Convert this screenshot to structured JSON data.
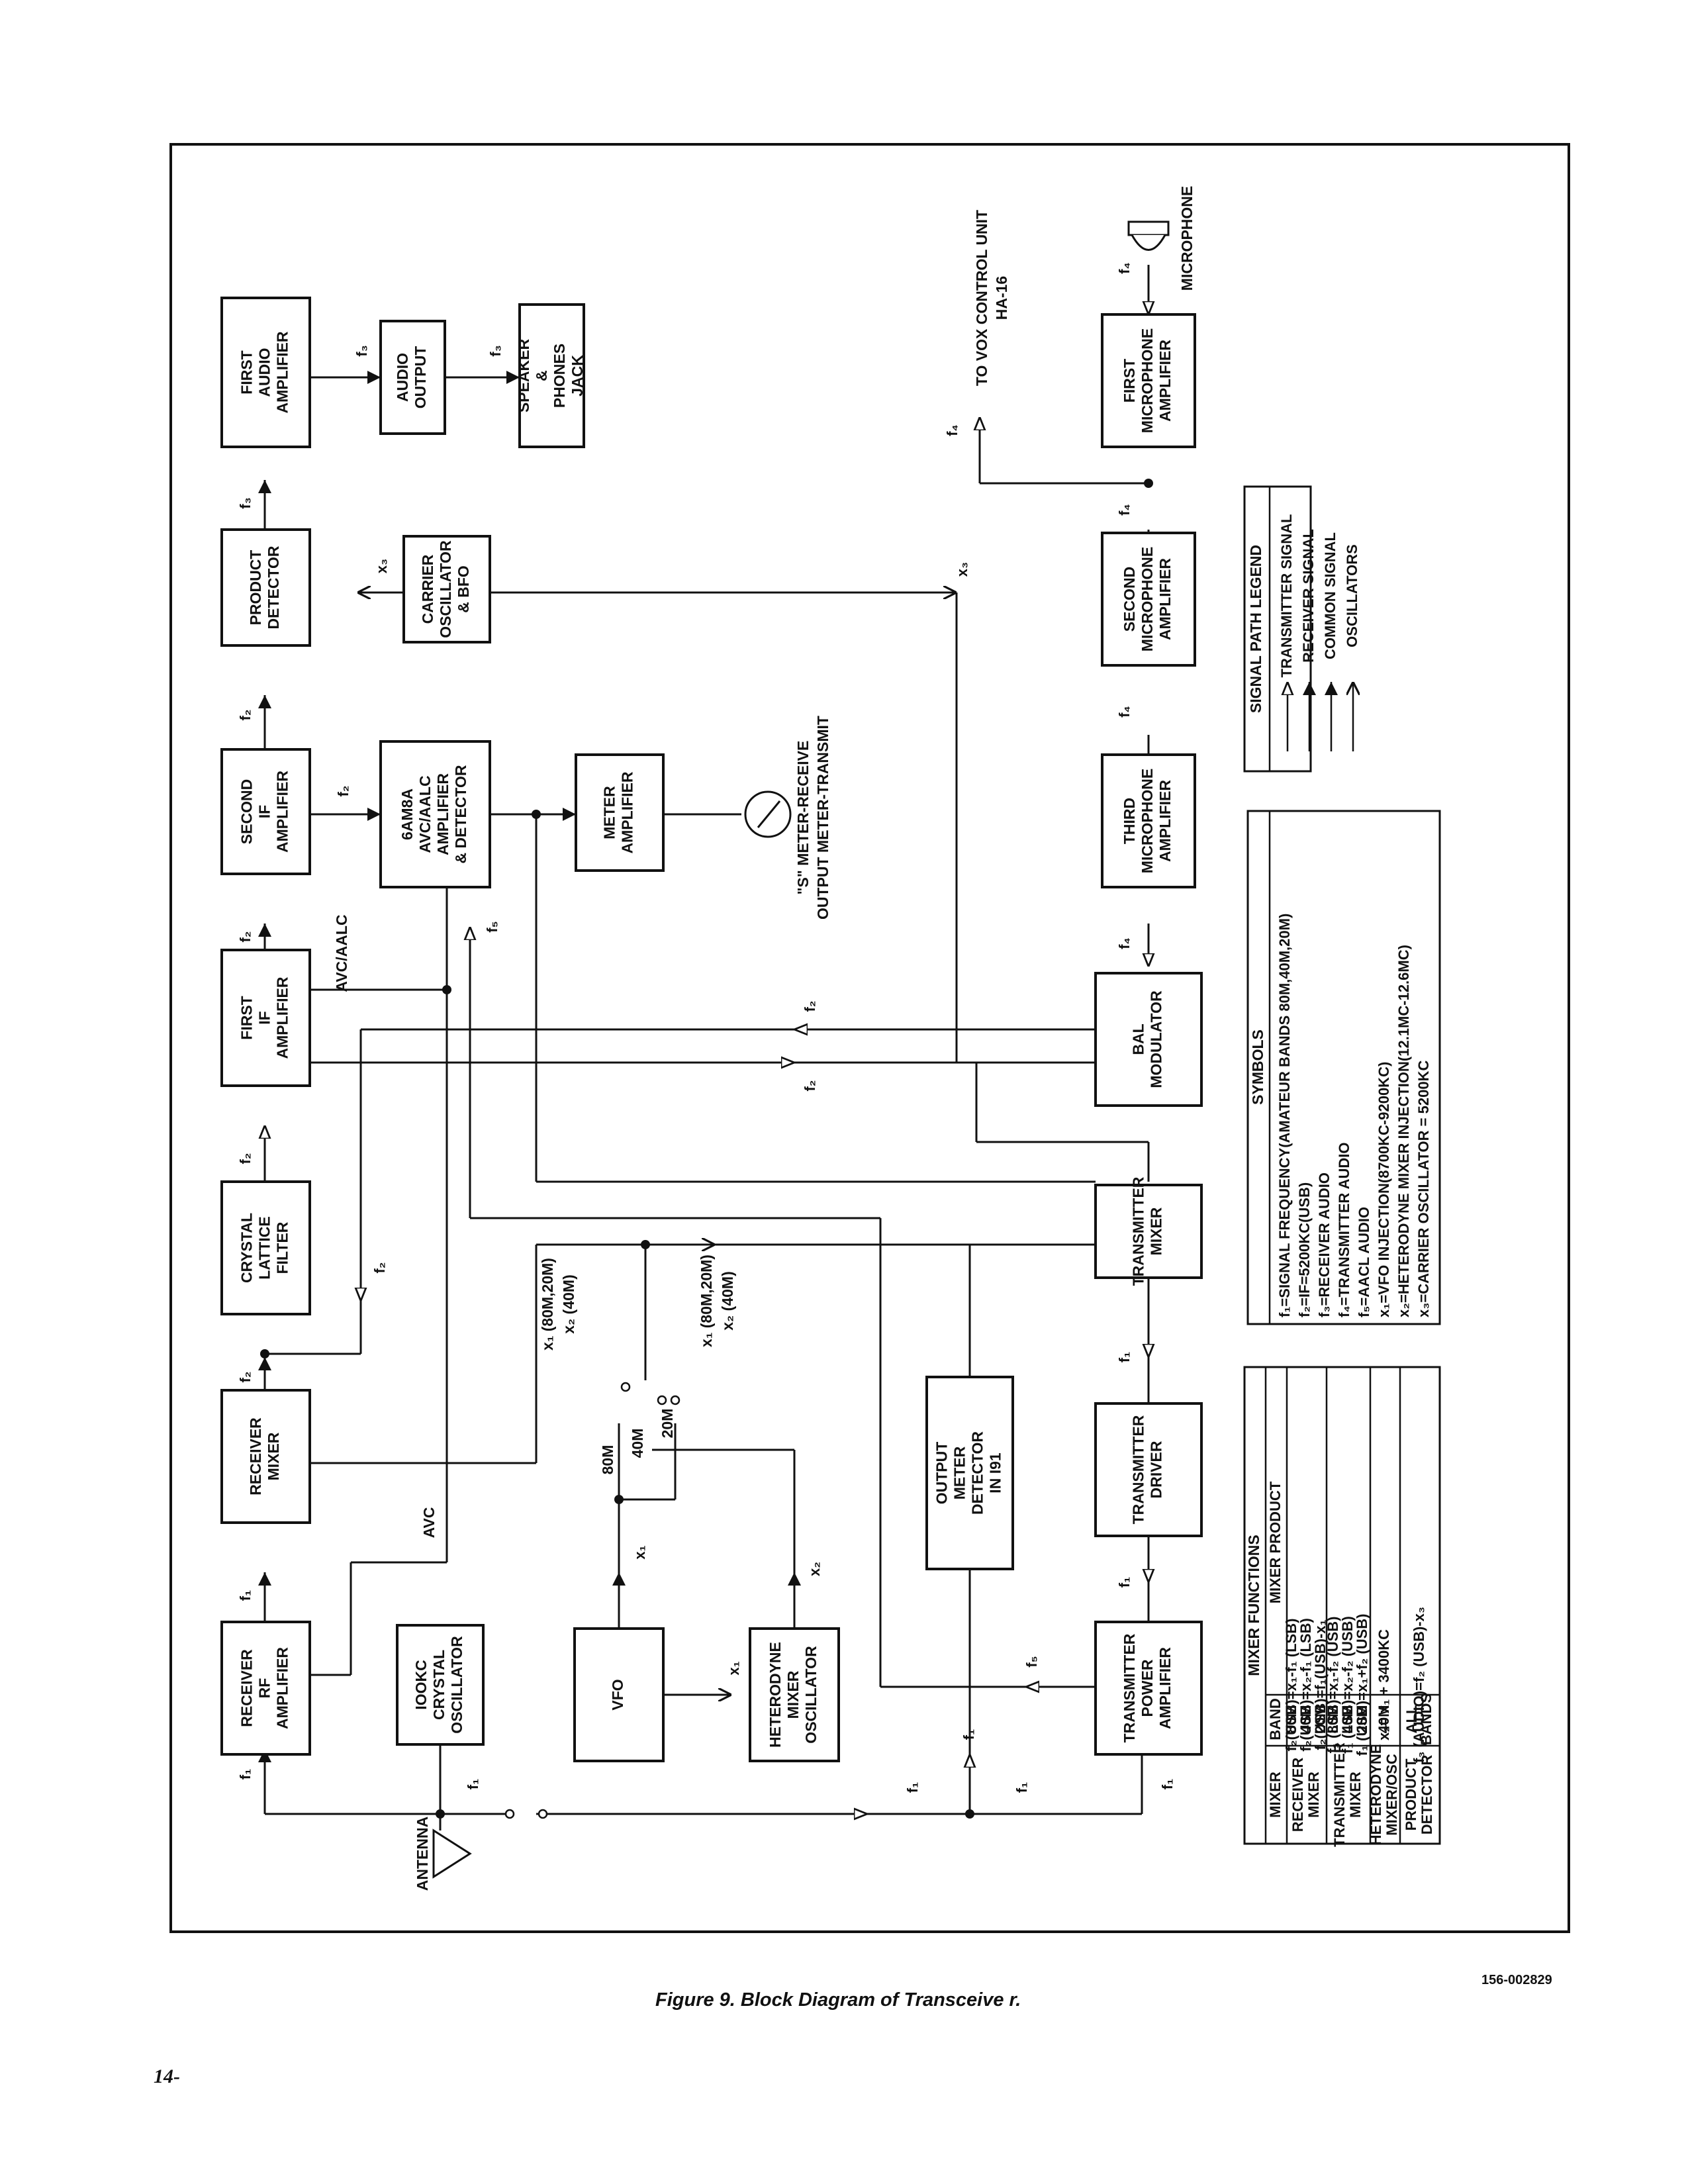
{
  "caption": "Figure 9. Block Diagram of Transceive r.",
  "doc_number": "156-002829",
  "page_number": "14-",
  "blocks": {
    "first_audio_amp": [
      "FIRST",
      "AUDIO",
      "AMPLIFIER"
    ],
    "audio_output": [
      "AUDIO",
      "OUTPUT"
    ],
    "speaker_jack": [
      "SPEAKER",
      "&",
      "PHONES",
      "JACK"
    ],
    "product_detector": [
      "PRODUCT",
      "DETECTOR"
    ],
    "carrier_osc": [
      "CARRIER",
      "OSCILLATOR",
      "& BFO"
    ],
    "second_if_amp": [
      "SECOND",
      "IF",
      "AMPLIFIER"
    ],
    "avc_amp": [
      "6AM8A",
      "AVC/AALC",
      "AMPLIFIER",
      "& DETECTOR"
    ],
    "meter_amp": [
      "METER",
      "AMPLIFIER"
    ],
    "first_if_amp": [
      "FIRST",
      "IF",
      "AMPLIFIER"
    ],
    "crystal_filter": [
      "CRYSTAL",
      "LATTICE",
      "FILTER"
    ],
    "receiver_mixer": [
      "RECEIVER",
      "MIXER"
    ],
    "receiver_rf_amp": [
      "RECEIVER",
      "RF",
      "AMPLIFIER"
    ],
    "crystal_osc": [
      "IOOKC",
      "CRYSTAL",
      "OSCILLATOR"
    ],
    "vfo": [
      "VFO"
    ],
    "het_osc": [
      "HETERODYNE",
      "MIXER",
      "OSCILLATOR"
    ],
    "output_meter_detector": [
      "OUTPUT",
      "METER",
      "DETECTOR",
      "IN I91"
    ],
    "bal_modulator": [
      "BAL",
      "MODULATOR"
    ],
    "transmitter_mixer": [
      "TRANSMITTER",
      "MIXER"
    ],
    "transmitter_driver": [
      "TRANSMITTER",
      "DRIVER"
    ],
    "transmitter_pa": [
      "TRANSMITTER",
      "POWER",
      "AMPLIFIER"
    ],
    "third_mic_amp": [
      "THIRD",
      "MICROPHONE",
      "AMPLIFIER"
    ],
    "second_mic_amp": [
      "SECOND",
      "MICROPHONE",
      "AMPLIFIER"
    ],
    "first_mic_amp": [
      "FIRST",
      "MICROPHONE",
      "AMPLIFIER"
    ]
  },
  "labels": {
    "vox": [
      "TO VOX CONTROL UNIT",
      "HA-16"
    ],
    "microphone": "MICROPHONE",
    "antenna": "ANTENNA",
    "avc_aalc": "AVC/AALC",
    "avc": "AVC",
    "meter": [
      "\"S\" METER-RECEIVE",
      "OUTPUT METER-TRANSMIT"
    ],
    "x1_80_20": [
      "x₁ (80M,20M)",
      "x₂ (40M)"
    ],
    "band_80m": "80M",
    "band_40m": "40M",
    "band_20m": "20M"
  },
  "signal_labels": {
    "f1": "f₁",
    "f2": "f₂",
    "f3": "f₃",
    "f4": "f₄",
    "f5": "f₅",
    "x1": "x₁",
    "x2": "x₂",
    "x3": "x₃"
  },
  "signal_legend": {
    "title": "SIGNAL PATH LEGEND",
    "items": [
      "TRANSMITTER SIGNAL",
      "RECEIVER SIGNAL",
      "COMMON SIGNAL",
      "OSCILLATORS"
    ]
  },
  "symbols": {
    "title": "SYMBOLS",
    "lines": [
      "f₁=SIGNAL FREQUENCY(AMATEUR BANDS 80M,40M,20M)",
      "f₂=IF=5200KC(USB)",
      "f₃=RECEIVER AUDIO",
      "f₄=TRANSMITTER AUDIO",
      "f₅=AACL AUDIO",
      "x₁=VFO INJECTION(8700KC-9200KC)",
      "x₂=HETERODYNE MIXER INJECTION(12.1MC-12.6MC)",
      "x₃=CARRIER OSCILLATOR = 5200KC"
    ]
  },
  "mixer_table": {
    "title": "MIXER FUNCTIONS",
    "headers": [
      "MIXER",
      "BAND",
      "MIXER PRODUCT"
    ],
    "rows": [
      {
        "mixer": [
          "RECEIVER",
          "MIXER"
        ],
        "band": [
          "80M",
          "40M",
          "20M"
        ],
        "product": [
          "f₂(USB)=x₁-f₁ (LSB)",
          "f₂(USB)=x₂-f₁ (LSB)",
          "f₂(USB)=f₁(USB)-x₁"
        ]
      },
      {
        "mixer": [
          "TRANSMITTER",
          "MIXER"
        ],
        "band": [
          "80M",
          "40M",
          "20M"
        ],
        "product": [
          "f₁ (LSB)=x₁-f₂ (USB)",
          "f₁ (LSB)=x₂-f₂ (USB)",
          "f₁ (USB)=x₁+f₂ (USB)"
        ]
      },
      {
        "mixer": [
          "HETERODYNE",
          "MIXER/OSC"
        ],
        "band": [
          "40M"
        ],
        "product": [
          "x₂= x₁ + 3400KC"
        ]
      },
      {
        "mixer": [
          "PRODUCT",
          "DETECTOR"
        ],
        "band": [
          "ALL",
          "BANDS"
        ],
        "product": [
          "f₃ (AUDIO)=f₂ (USB)-x₃"
        ]
      }
    ]
  }
}
